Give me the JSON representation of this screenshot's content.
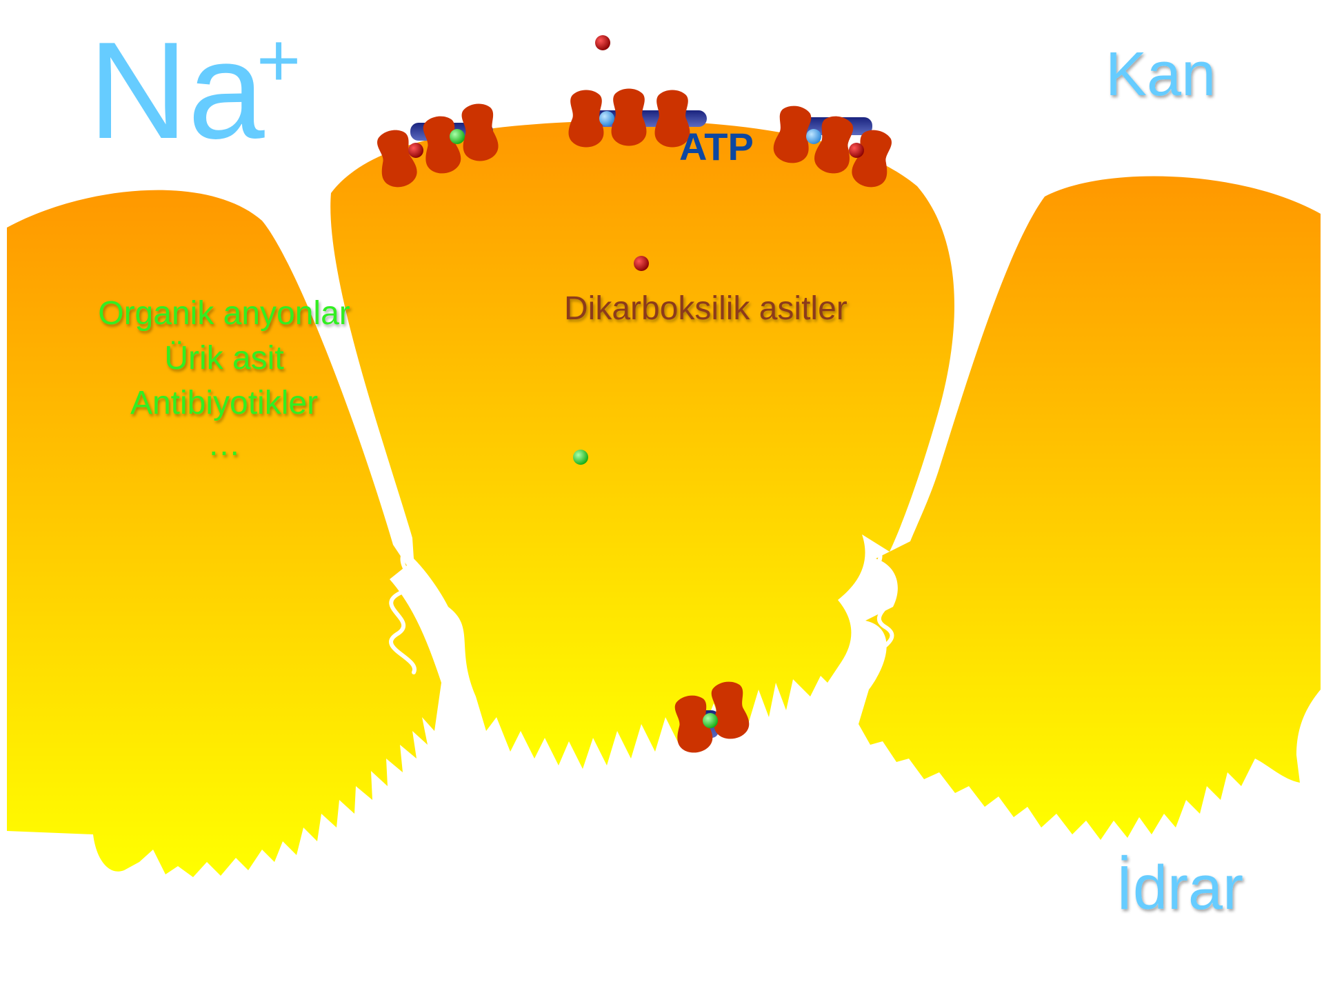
{
  "labels": {
    "sodium_symbol": "Na",
    "sodium_charge": "+",
    "blood": "Kan",
    "urine": "İdrar",
    "atp": "ATP",
    "dicarboxylic_acids": "Dikarboksilik asitler",
    "organic_anions": "Organik anyonlar",
    "uric_acid": "Ürik asit",
    "antibiotics": "Antibiyotikler",
    "ellipsis": "…"
  },
  "colors": {
    "sodium": "#66ccff",
    "blood_label": "#66ccff",
    "urine_label": "#66ccff",
    "atp": "#0d47a1",
    "dicarboxylic_label": "#8b3a1a",
    "organic_list": "#33ee22",
    "cell_top": "#ff9a00",
    "cell_bottom": "#ffff00",
    "transporter": "#cc3300",
    "ion_red": "#aa0000",
    "ion_blue": "#3399ee",
    "ion_green": "#22dd22"
  }
}
